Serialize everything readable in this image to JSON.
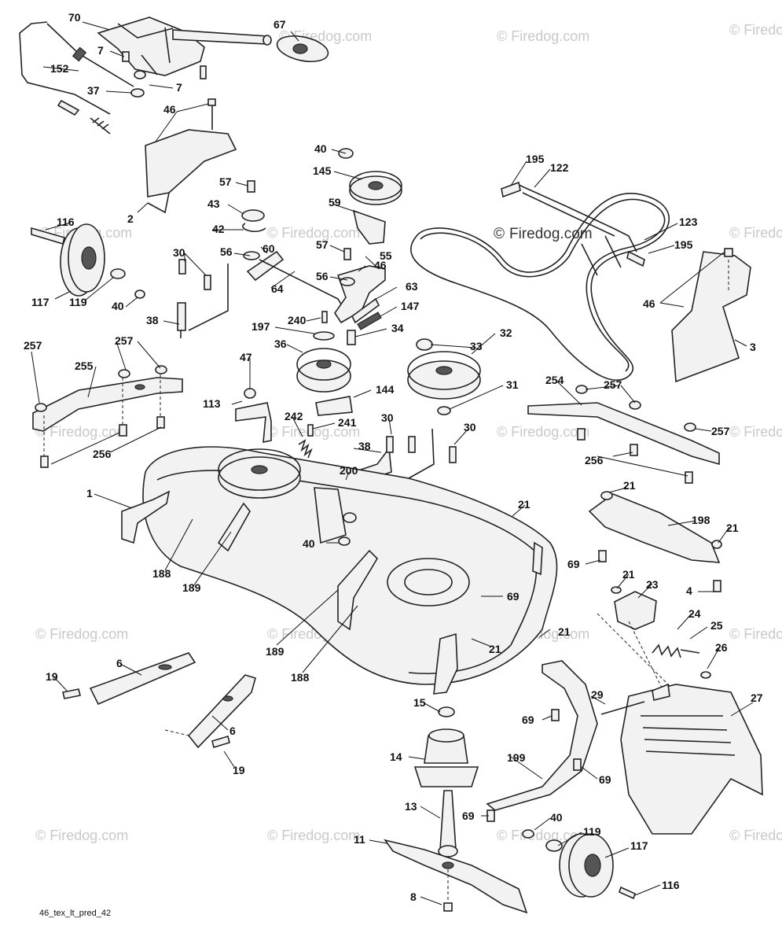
{
  "diagram": {
    "code": "46_tex_lt_pred_42",
    "watermark": "© Firedog.com",
    "center_watermark": "Firedog.com",
    "center_watermark_symbol": "©"
  },
  "labels": [
    {
      "id": "l1",
      "text": "70"
    },
    {
      "id": "l2",
      "text": "67"
    },
    {
      "id": "l3",
      "text": "7"
    },
    {
      "id": "l4",
      "text": "152"
    },
    {
      "id": "l5",
      "text": "7"
    },
    {
      "id": "l6",
      "text": "37"
    },
    {
      "id": "l7",
      "text": "46"
    },
    {
      "id": "l8",
      "text": "2"
    },
    {
      "id": "l9",
      "text": "40"
    },
    {
      "id": "l10",
      "text": "145"
    },
    {
      "id": "l11",
      "text": "57"
    },
    {
      "id": "l12",
      "text": "59"
    },
    {
      "id": "l13",
      "text": "43"
    },
    {
      "id": "l14",
      "text": "42"
    },
    {
      "id": "l15",
      "text": "116"
    },
    {
      "id": "l16",
      "text": "60"
    },
    {
      "id": "l17",
      "text": "57"
    },
    {
      "id": "l18",
      "text": "56"
    },
    {
      "id": "l19",
      "text": "30"
    },
    {
      "id": "l20",
      "text": "55"
    },
    {
      "id": "l21",
      "text": "46"
    },
    {
      "id": "l22",
      "text": "56"
    },
    {
      "id": "l23",
      "text": "64"
    },
    {
      "id": "l24",
      "text": "63"
    },
    {
      "id": "l25",
      "text": "117"
    },
    {
      "id": "l26",
      "text": "119"
    },
    {
      "id": "l27",
      "text": "40"
    },
    {
      "id": "l28",
      "text": "240"
    },
    {
      "id": "l29",
      "text": "147"
    },
    {
      "id": "l30",
      "text": "38"
    },
    {
      "id": "l31",
      "text": "197"
    },
    {
      "id": "l32",
      "text": "34"
    },
    {
      "id": "l33",
      "text": "195"
    },
    {
      "id": "l34",
      "text": "122"
    },
    {
      "id": "l35",
      "text": "123"
    },
    {
      "id": "l36",
      "text": "195"
    },
    {
      "id": "l37",
      "text": "46"
    },
    {
      "id": "l38",
      "text": "3"
    },
    {
      "id": "l39",
      "text": "36"
    },
    {
      "id": "l40",
      "text": "33"
    },
    {
      "id": "l41",
      "text": "32"
    },
    {
      "id": "l42",
      "text": "257"
    },
    {
      "id": "l43",
      "text": "257"
    },
    {
      "id": "l44",
      "text": "255"
    },
    {
      "id": "l45",
      "text": "47"
    },
    {
      "id": "l46",
      "text": "144"
    },
    {
      "id": "l47",
      "text": "31"
    },
    {
      "id": "l48",
      "text": "254"
    },
    {
      "id": "l49",
      "text": "257"
    },
    {
      "id": "l50",
      "text": "113"
    },
    {
      "id": "l51",
      "text": "242"
    },
    {
      "id": "l52",
      "text": "241"
    },
    {
      "id": "l53",
      "text": "30"
    },
    {
      "id": "l54",
      "text": "30"
    },
    {
      "id": "l55",
      "text": "257"
    },
    {
      "id": "l56",
      "text": "256"
    },
    {
      "id": "l57",
      "text": "38"
    },
    {
      "id": "l58",
      "text": "256"
    },
    {
      "id": "l59",
      "text": "200"
    },
    {
      "id": "l60",
      "text": "1"
    },
    {
      "id": "l61",
      "text": "21"
    },
    {
      "id": "l62",
      "text": "21"
    },
    {
      "id": "l63",
      "text": "198"
    },
    {
      "id": "l64",
      "text": "21"
    },
    {
      "id": "l65",
      "text": "40"
    },
    {
      "id": "l66",
      "text": "188"
    },
    {
      "id": "l67",
      "text": "189"
    },
    {
      "id": "l68",
      "text": "69"
    },
    {
      "id": "l69",
      "text": "21"
    },
    {
      "id": "l70",
      "text": "23"
    },
    {
      "id": "l71",
      "text": "69"
    },
    {
      "id": "l72",
      "text": "4"
    },
    {
      "id": "l73",
      "text": "24"
    },
    {
      "id": "l74",
      "text": "25"
    },
    {
      "id": "l75",
      "text": "21"
    },
    {
      "id": "l76",
      "text": "189"
    },
    {
      "id": "l77",
      "text": "21"
    },
    {
      "id": "l78",
      "text": "26"
    },
    {
      "id": "l79",
      "text": "188"
    },
    {
      "id": "l80",
      "text": "6"
    },
    {
      "id": "l81",
      "text": "19"
    },
    {
      "id": "l82",
      "text": "27"
    },
    {
      "id": "l83",
      "text": "15"
    },
    {
      "id": "l84",
      "text": "29"
    },
    {
      "id": "l85",
      "text": "6"
    },
    {
      "id": "l86",
      "text": "69"
    },
    {
      "id": "l87",
      "text": "19"
    },
    {
      "id": "l88",
      "text": "14"
    },
    {
      "id": "l89",
      "text": "199"
    },
    {
      "id": "l90",
      "text": "69"
    },
    {
      "id": "l91",
      "text": "13"
    },
    {
      "id": "l92",
      "text": "69"
    },
    {
      "id": "l93",
      "text": "40"
    },
    {
      "id": "l94",
      "text": "119"
    },
    {
      "id": "l95",
      "text": "11"
    },
    {
      "id": "l96",
      "text": "117"
    },
    {
      "id": "l97",
      "text": "116"
    },
    {
      "id": "l98",
      "text": "8"
    }
  ]
}
